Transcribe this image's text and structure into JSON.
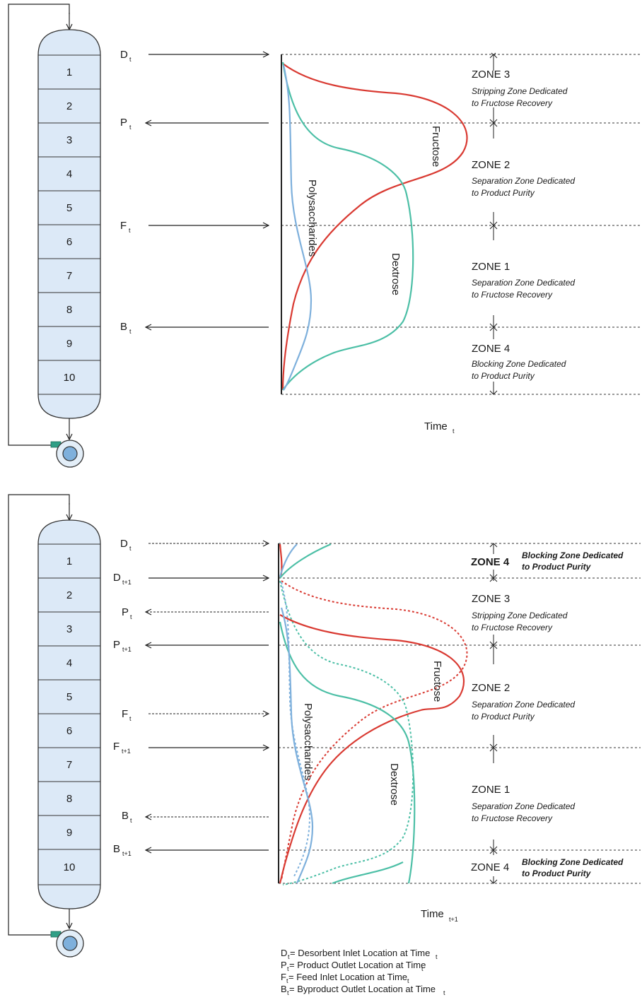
{
  "colors": {
    "column_fill": "#dce9f7",
    "column_stroke": "#333333",
    "fructose": "#d93a32",
    "dextrose": "#4cbfa6",
    "polysaccharides": "#7eb0dc",
    "pump_fill": "#e3eef8",
    "pump_accent": "#2f9f86"
  },
  "top": {
    "segments": [
      "1",
      "2",
      "3",
      "4",
      "5",
      "6",
      "7",
      "8",
      "9",
      "10"
    ],
    "ports": [
      {
        "main": "D",
        "sub": "t"
      },
      {
        "main": "P",
        "sub": "t"
      },
      {
        "main": "F",
        "sub": "t"
      },
      {
        "main": "B",
        "sub": "t"
      }
    ],
    "zones": [
      {
        "title": "ZONE 3",
        "line1": "Stripping Zone Dedicated",
        "line2": "to Fructose Recovery"
      },
      {
        "title": "ZONE 2",
        "line1": "Separation Zone Dedicated",
        "line2": "to Product Purity"
      },
      {
        "title": "ZONE 1",
        "line1": "Separation Zone Dedicated",
        "line2": "to Fructose Recovery"
      },
      {
        "title": "ZONE 4",
        "line1": "Blocking Zone Dedicated",
        "line2": "to Product Purity"
      }
    ],
    "curve_labels": {
      "fructose": "Fructose",
      "polysaccharides": "Polysaccharides",
      "dextrose": "Dextrose"
    },
    "time_label": {
      "main": "Time",
      "sub": "t"
    }
  },
  "bottom": {
    "segments": [
      "1",
      "2",
      "3",
      "4",
      "5",
      "6",
      "7",
      "8",
      "9",
      "10"
    ],
    "ports": [
      {
        "main": "D",
        "sub": "t"
      },
      {
        "main": "D",
        "sub": "t+1"
      },
      {
        "main": "P",
        "sub": "t"
      },
      {
        "main": "P",
        "sub": "t+1"
      },
      {
        "main": "F",
        "sub": "t"
      },
      {
        "main": "F",
        "sub": "t+1"
      },
      {
        "main": "B",
        "sub": "t"
      },
      {
        "main": "B",
        "sub": "t+1"
      }
    ],
    "zones": [
      {
        "title": "ZONE 4",
        "line1": "Blocking Zone Dedicated",
        "line2": "to Product Purity"
      },
      {
        "title": "ZONE 3",
        "line1": "Stripping Zone Dedicated",
        "line2": "to Fructose Recovery"
      },
      {
        "title": "ZONE 2",
        "line1": "Separation Zone Dedicated",
        "line2": "to Product Purity"
      },
      {
        "title": "ZONE 1",
        "line1": "Separation Zone Dedicated",
        "line2": "to Fructose Recovery"
      },
      {
        "title": "ZONE 4",
        "line1": "Blocking Zone Dedicated",
        "line2": "to Product Purity"
      }
    ],
    "curve_labels": {
      "fructose": "Fructose",
      "polysaccharides": "Polysaccharides",
      "dextrose": "Dextrose"
    },
    "time_label": {
      "main": "Time",
      "sub": "t+1"
    }
  },
  "legend": [
    {
      "sym": "D",
      "sub": "t",
      "text": " = Desorbent Inlet Location at Time"
    },
    {
      "sym": "P",
      "sub": "t",
      "text": " = Product Outlet Location at Time"
    },
    {
      "sym": "F",
      "sub": "t",
      "text": " = Feed Inlet Location at Time"
    },
    {
      "sym": "B",
      "sub": "t",
      "text": " = Byproduct Outlet Location at Time"
    }
  ],
  "legend_time_sub": "t"
}
